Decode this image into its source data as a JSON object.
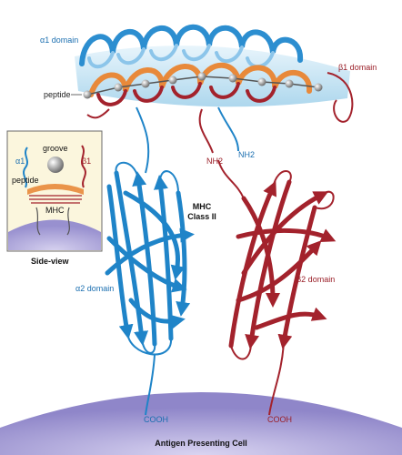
{
  "labels": {
    "alpha1_domain": "α1 domain",
    "beta1_domain": "β1 domain",
    "peptide": "peptide",
    "nh2_left": "NH2",
    "nh2_right": "NH2",
    "mhc_class_line1": "MHC",
    "mhc_class_line2": "Class II",
    "alpha2_domain": "α2 domain",
    "beta2_domain": "β2 domain",
    "cooh_left": "COOH",
    "cooh_right": "COOH",
    "cell": "Antigen Presenting Cell"
  },
  "inset": {
    "groove": "groove",
    "alpha1": "α1",
    "beta1": "β1",
    "peptide": "peptide",
    "mhc": "MHC",
    "side_view": "Side-view"
  },
  "colors": {
    "alpha_chain": "#1f84c8",
    "beta_chain": "#a3222c",
    "helix_orange": "#e8893a",
    "platform": "#b9dff2",
    "cell_membrane": "#a9a2d6",
    "inset_bg": "#fbf6dd",
    "label_blue": "#1b6fb0",
    "label_red": "#9a1f28"
  }
}
